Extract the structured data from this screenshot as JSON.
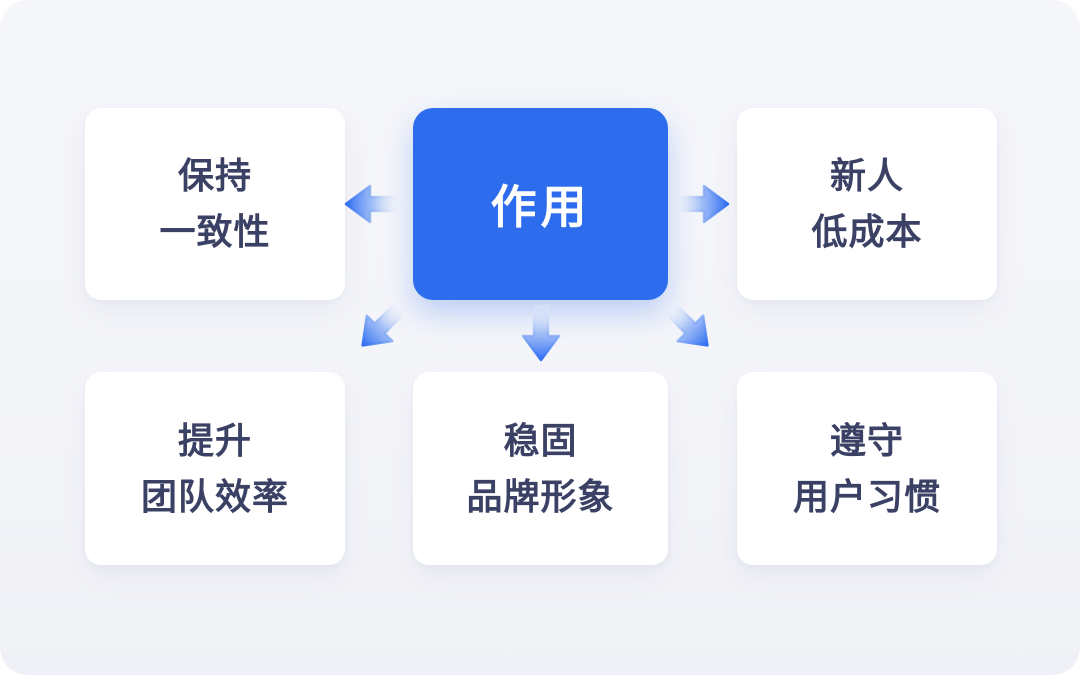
{
  "diagram": {
    "center": {
      "label": "作用"
    },
    "nodes": [
      {
        "position": "top-left",
        "lines": [
          "保持",
          "一致性"
        ]
      },
      {
        "position": "top-right",
        "lines": [
          "新人",
          "低成本"
        ]
      },
      {
        "position": "bottom-left",
        "lines": [
          "提升",
          "团队效率"
        ]
      },
      {
        "position": "bottom-center",
        "lines": [
          "稳固",
          "品牌形象"
        ]
      },
      {
        "position": "bottom-right",
        "lines": [
          "遵守",
          "用户习惯"
        ]
      }
    ],
    "arrows": [
      {
        "direction": "left"
      },
      {
        "direction": "right"
      },
      {
        "direction": "down-left"
      },
      {
        "direction": "down"
      },
      {
        "direction": "down-right"
      }
    ],
    "colors": {
      "canvas_bg": "#F4F5F9",
      "card_bg": "#FFFFFF",
      "hub_blue": "#2D6CEC",
      "arrow_blue": "#2F6EF2",
      "text_navy": "#3B4164",
      "hub_text": "#FFFFFF"
    }
  }
}
